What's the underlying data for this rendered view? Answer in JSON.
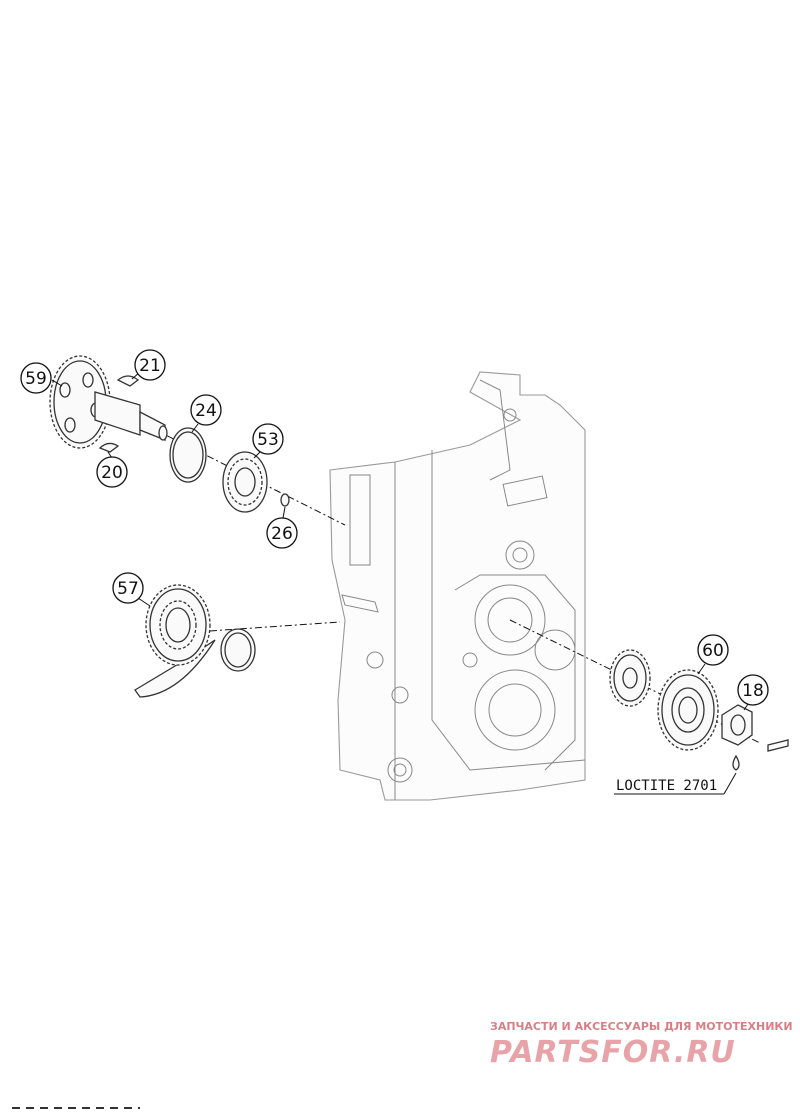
{
  "diagram": {
    "callouts": [
      {
        "id": "59",
        "label": "59"
      },
      {
        "id": "21",
        "label": "21"
      },
      {
        "id": "20",
        "label": "20"
      },
      {
        "id": "24",
        "label": "24"
      },
      {
        "id": "53",
        "label": "53"
      },
      {
        "id": "26",
        "label": "26"
      },
      {
        "id": "57",
        "label": "57"
      },
      {
        "id": "60",
        "label": "60"
      },
      {
        "id": "18",
        "label": "18"
      }
    ],
    "note": "LOCTITE 2701"
  },
  "watermark": {
    "caption": "ЗАПЧАСТИ И АКСЕССУАРЫ ДЛЯ МОТОТЕХНИКИ",
    "logo": "PARTSFOR.RU"
  },
  "colors": {
    "line": "#333333",
    "housing_line": "#999999",
    "watermark": "#e8a3a8"
  }
}
